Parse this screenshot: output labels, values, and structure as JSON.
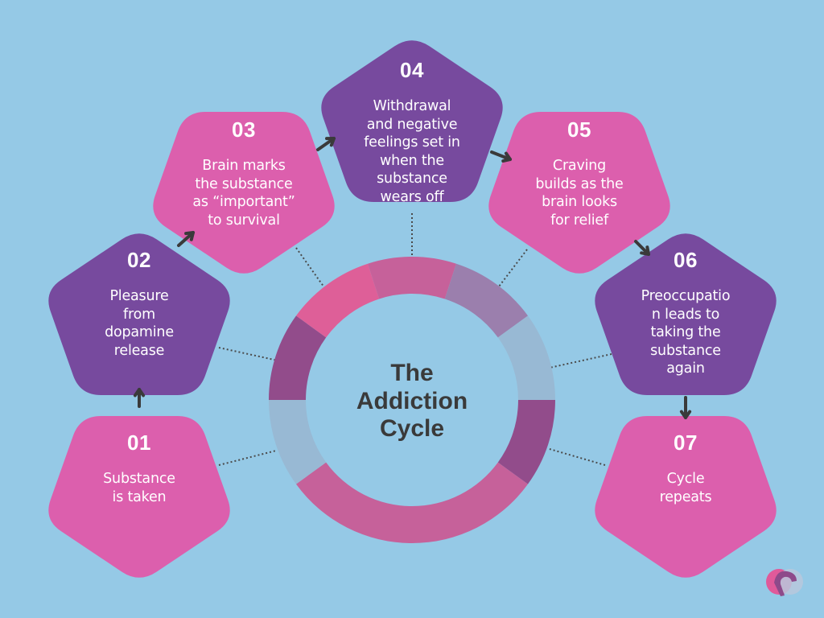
{
  "title_lines": [
    "The",
    "Addiction",
    "Cycle"
  ],
  "colors": {
    "background": "#95c9e6",
    "pink": "#dc5fad",
    "purple": "#774a9e",
    "arrow": "#3a3a3a",
    "connector": "#4a4a4a",
    "title_text": "#3a3a3a"
  },
  "steps": [
    {
      "number": "01",
      "lines": [
        "Substance",
        "is taken"
      ],
      "color": "pink"
    },
    {
      "number": "02",
      "lines": [
        "Pleasure",
        "from",
        "dopamine",
        "release"
      ],
      "color": "purple"
    },
    {
      "number": "03",
      "lines": [
        "Brain marks",
        "the substance",
        "as “important”",
        "to survival"
      ],
      "color": "pink"
    },
    {
      "number": "04",
      "lines": [
        "Withdrawal",
        "and negative",
        "feelings set in",
        "when the",
        "substance",
        "wears off"
      ],
      "color": "purple"
    },
    {
      "number": "05",
      "lines": [
        "Craving",
        "builds as the",
        "brain looks",
        "for relief"
      ],
      "color": "pink"
    },
    {
      "number": "06",
      "lines": [
        "Preoccupatio",
        "n leads to",
        "taking the",
        "substance",
        "again"
      ],
      "color": "purple"
    },
    {
      "number": "07",
      "lines": [
        "Cycle",
        "repeats"
      ],
      "color": "pink"
    }
  ],
  "ring_segments": [
    {
      "name": "segment-left-upper",
      "color": "#924c8b"
    },
    {
      "name": "segment-upper-left",
      "color": "#de5f98"
    },
    {
      "name": "segment-top",
      "color": "#c6619a"
    },
    {
      "name": "segment-upper-right",
      "color": "#9b7fad"
    },
    {
      "name": "segment-right-upper",
      "color": "#98b9d4"
    },
    {
      "name": "segment-right-lower",
      "color": "#924c8b"
    },
    {
      "name": "segment-bottom",
      "color": "#c6619a"
    },
    {
      "name": "segment-left-lower",
      "color": "#98b9d4"
    }
  ],
  "logo": {
    "name": "handshake-heart-logo",
    "colors": [
      "#e05a9a",
      "#b8c8dc",
      "#8e4a8a"
    ]
  }
}
